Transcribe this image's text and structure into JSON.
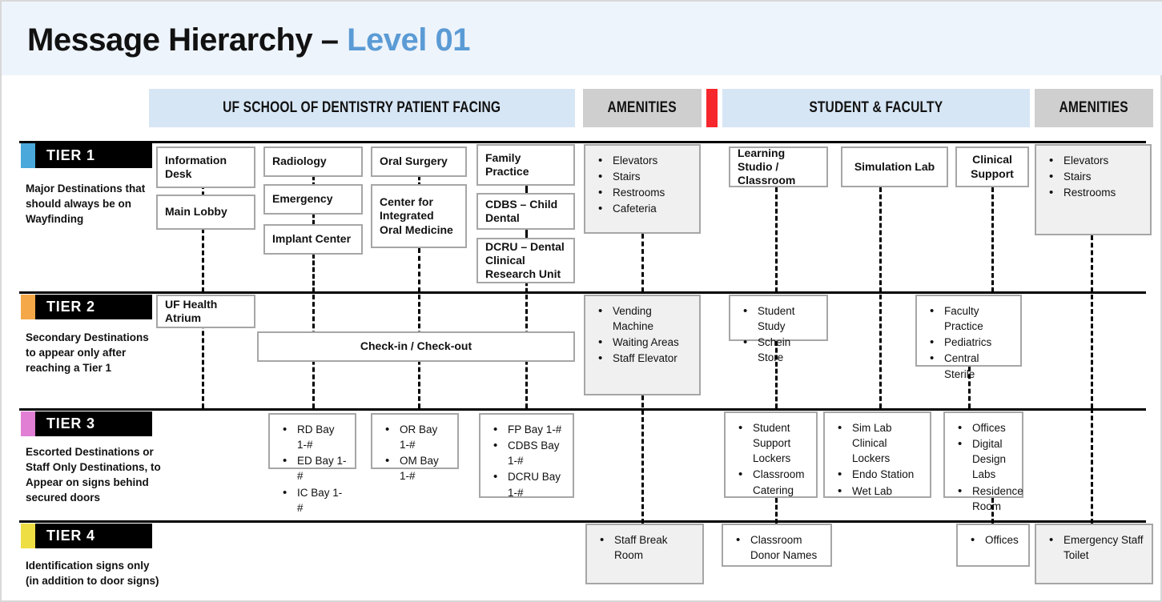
{
  "header": {
    "title_main": "Message Hierarchy – ",
    "title_accent": "Level 01",
    "accent_color": "#5b9bd5"
  },
  "columns": [
    {
      "id": "patient-facing",
      "label": "UF SCHOOL OF DENTISTRY PATIENT FACING",
      "style": "blue"
    },
    {
      "id": "amenities-left",
      "label": "AMENITIES",
      "style": "gray"
    },
    {
      "id": "student-faculty",
      "label": "STUDENT & FACULTY",
      "style": "blue"
    },
    {
      "id": "amenities-right",
      "label": "AMENITIES",
      "style": "gray"
    }
  ],
  "divider_color": "#f5262c",
  "tiers": [
    {
      "id": "tier-1",
      "label": "TIER 1",
      "swatch": "#4aa8db",
      "description": "Major Destinations that should always be on Wayfinding"
    },
    {
      "id": "tier-2",
      "label": "TIER 2",
      "swatch": "#f5a848",
      "description": "Secondary Destinations to appear only after reaching a Tier 1"
    },
    {
      "id": "tier-3",
      "label": "TIER 3",
      "swatch": "#e07fd4",
      "description": "Escorted Destinations or Staff Only Destinations, to Appear on signs behind secured doors"
    },
    {
      "id": "tier-4",
      "label": "TIER 4",
      "swatch": "#eede43",
      "description": "Identification signs only (in addition to door signs)"
    }
  ],
  "nodes": {
    "t1_information_desk": "Information Desk",
    "t1_main_lobby": "Main Lobby",
    "t1_radiology": "Radiology",
    "t1_emergency": "Emergency",
    "t1_implant_center": "Implant Center",
    "t1_oral_surgery": "Oral Surgery",
    "t1_center_integrated": "Center for Integrated Oral Medicine",
    "t1_family_practice": "Family Practice",
    "t1_cdbs_child_dental": "CDBS – Child Dental",
    "t1_dcru": "DCRU – Dental Clinical Research Unit",
    "t1_learning_studio": "Learning Studio / Classroom",
    "t1_simulation_lab": "Simulation Lab",
    "t1_clinical_support": "Clinical Support",
    "t2_uf_health_atrium": "UF Health Atrium",
    "t2_checkin": "Check-in / Check-out"
  },
  "lists": {
    "t1_amenities_left": [
      "Elevators",
      "Stairs",
      "Restrooms",
      "Cafeteria"
    ],
    "t1_amenities_right": [
      "Elevators",
      "Stairs",
      "Restrooms"
    ],
    "t2_amenities_left": [
      "Vending Machine",
      "Waiting Areas",
      "Staff Elevator"
    ],
    "t2_student": [
      "Student Study",
      "Schein Store"
    ],
    "t2_faculty": [
      "Faculty Practice",
      "Pediatrics",
      "Central Sterile"
    ],
    "t3_bay_a": [
      "RD Bay 1-#",
      "ED Bay 1-#",
      "IC Bay 1-#"
    ],
    "t3_bay_b": [
      "OR Bay 1-#",
      "OM Bay 1-#"
    ],
    "t3_bay_c": [
      "FP Bay 1-#",
      "CDBS Bay 1-#",
      "DCRU Bay 1-#"
    ],
    "t3_student_support": [
      "Student Support Lockers",
      "Classroom Catering"
    ],
    "t3_sim_lab": [
      "Sim Lab Clinical Lockers",
      "Endo Station",
      "Wet Lab"
    ],
    "t3_offices": [
      "Offices",
      "Digital Design Labs",
      "Residence Room"
    ],
    "t4_staff_break": [
      "Staff Break Room"
    ],
    "t4_classroom_donor": [
      "Classroom Donor Names"
    ],
    "t4_offices": [
      "Offices"
    ],
    "t4_emergency_toilet": [
      "Emergency Staff Toilet"
    ]
  }
}
